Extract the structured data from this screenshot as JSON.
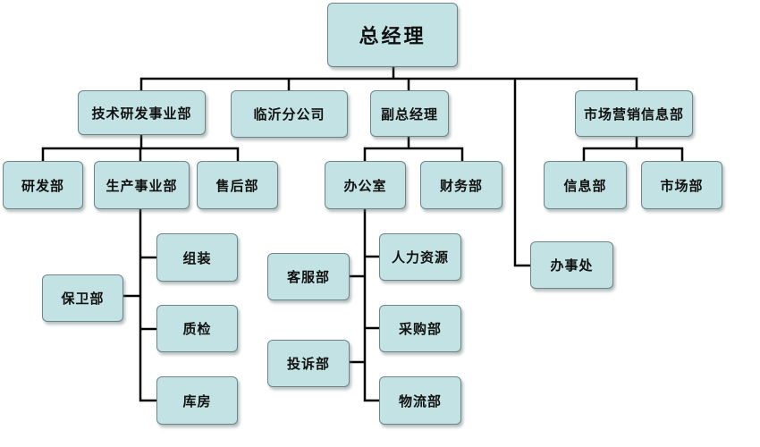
{
  "nodes": {
    "gm": "总经理",
    "tech_rd": "技术研发事业部",
    "linyi_branch": "临沂分公司",
    "deputy_gm": "副总经理",
    "marketing_info": "市场营销信息部",
    "rnd": "研发部",
    "production": "生产事业部",
    "after_sales": "售后部",
    "office": "办公室",
    "finance": "财务部",
    "info_dept": "信息部",
    "market_dept": "市场部",
    "assembly": "组装",
    "security": "保卫部",
    "quality": "质检",
    "warehouse": "库房",
    "customer_service": "客服部",
    "hr": "人力资源",
    "complaints": "投诉部",
    "purchasing": "采购部",
    "logistics": "物流部",
    "admin_office": "办事处"
  },
  "colors": {
    "box_fill": "#c3e2e4",
    "box_border": "#6f8487",
    "connector": "#000000"
  }
}
